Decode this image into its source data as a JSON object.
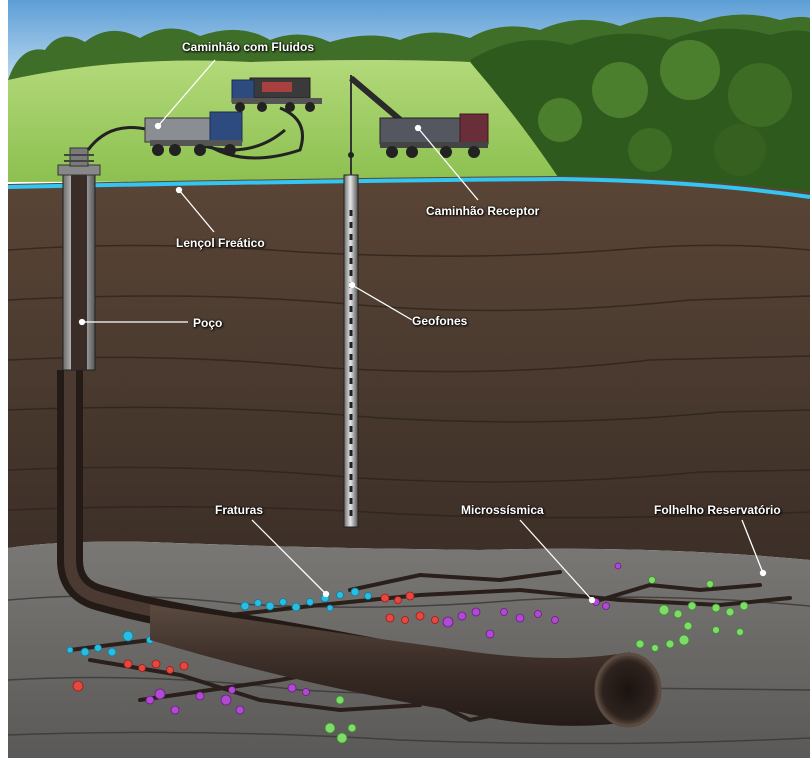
{
  "labels": {
    "fluid_truck": "Caminhão com Fluidos",
    "receiver_truck": "Caminhão Receptor",
    "water_table": "Lençol Freático",
    "well": "Poço",
    "geophones": "Geofones",
    "fractures": "Fraturas",
    "microseismic": "Microssísmica",
    "reservoir_shale": "Folhelho Reservatório"
  },
  "colors": {
    "sky": "#7fb4de",
    "grass": "#9ccc62",
    "trees": "#3f6e28",
    "water_table": "#33c6f2",
    "soil": "#4a3a2f",
    "shale": "#6f6d6a",
    "pipe": "#3a2c26",
    "microseismic_cyan": "#29bde0",
    "microseismic_red": "#e8473f",
    "microseismic_purple": "#b04ad0",
    "microseismic_green": "#7fdc6a"
  }
}
